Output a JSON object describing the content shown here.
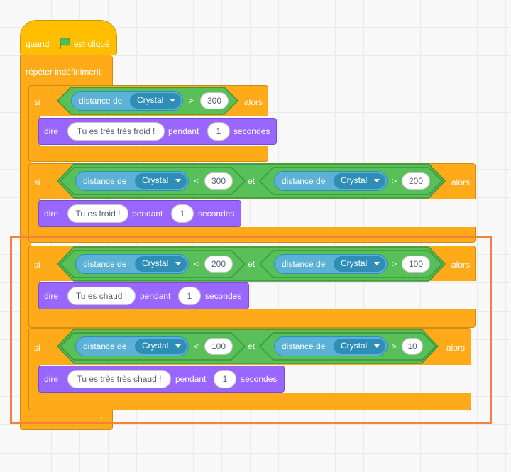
{
  "colors": {
    "events": "#FFBF00",
    "control": "#FFAB19",
    "looks": "#9966FF",
    "operators": "#59C059",
    "sensing": "#5CB1D6",
    "highlight": "#F5813F"
  },
  "hat": {
    "when": "quand",
    "flag_icon": "green-flag-icon",
    "clicked": "est cliqué"
  },
  "forever": {
    "label": "répéter indéfiniment",
    "arrow_icon": "loop-arrow-icon"
  },
  "ifs": [
    {
      "if_label": "si",
      "then_label": "alors",
      "conditions": [
        {
          "sensor": "distance de",
          "target": "Crystal",
          "op": ">",
          "value": "300"
        }
      ],
      "say": {
        "verb": "dire",
        "message": "Tu es très très froid !",
        "for": "pendant",
        "secs": "1",
        "unit": "secondes"
      }
    },
    {
      "if_label": "si",
      "then_label": "alors",
      "join": "et",
      "conditions": [
        {
          "sensor": "distance de",
          "target": "Crystal",
          "op": "<",
          "value": "300"
        },
        {
          "sensor": "distance de",
          "target": "Crystal",
          "op": ">",
          "value": "200"
        }
      ],
      "say": {
        "verb": "dire",
        "message": "Tu es froid !",
        "for": "pendant",
        "secs": "1",
        "unit": "secondes"
      }
    },
    {
      "if_label": "si",
      "then_label": "alors",
      "join": "et",
      "conditions": [
        {
          "sensor": "distance de",
          "target": "Crystal",
          "op": "<",
          "value": "200"
        },
        {
          "sensor": "distance de",
          "target": "Crystal",
          "op": ">",
          "value": "100"
        }
      ],
      "say": {
        "verb": "dire",
        "message": "Tu es chaud !",
        "for": "pendant",
        "secs": "1",
        "unit": "secondes"
      }
    },
    {
      "if_label": "si",
      "then_label": "alors",
      "join": "et",
      "conditions": [
        {
          "sensor": "distance de",
          "target": "Crystal",
          "op": "<",
          "value": "100"
        },
        {
          "sensor": "distance de",
          "target": "Crystal",
          "op": ">",
          "value": "10"
        }
      ],
      "say": {
        "verb": "dire",
        "message": "Tu es très très chaud !",
        "for": "pendant",
        "secs": "1",
        "unit": "secondes"
      }
    }
  ]
}
